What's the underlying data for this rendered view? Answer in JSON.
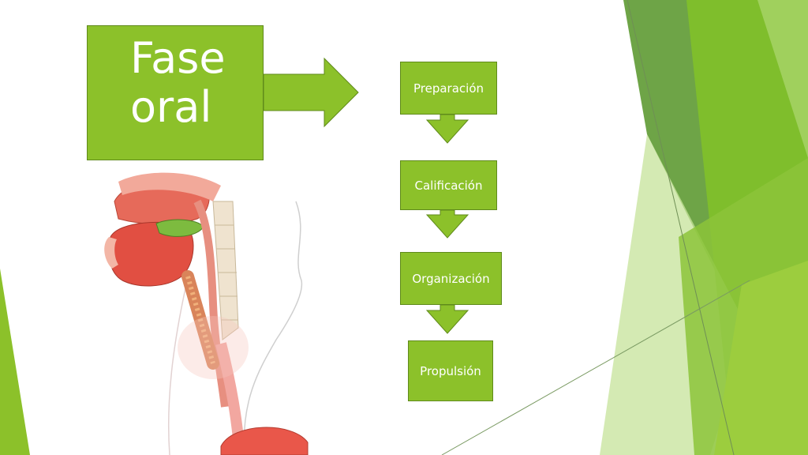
{
  "title": {
    "line1": "Fase",
    "line2": "oral"
  },
  "steps": [
    {
      "label": "Preparación"
    },
    {
      "label": "Calificación"
    },
    {
      "label": "Organización"
    },
    {
      "label": "Propulsión"
    }
  ],
  "colors": {
    "box_fill": "#8cc12a",
    "box_border": "#5f8a1b",
    "decor_dark": "#5a8f2b",
    "decor_mid": "#7cbf2a",
    "decor_light": "#b8dc7a"
  },
  "illustration": {
    "icon": "head-throat-anatomy-icon"
  }
}
